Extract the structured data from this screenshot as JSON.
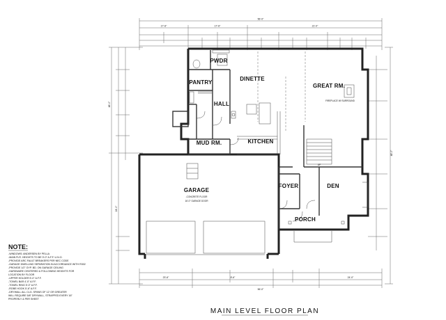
{
  "title": "MAIN LEVEL FLOOR PLAN",
  "rooms": {
    "pwdr": "PWDR",
    "pantry": "PANTRY",
    "hall": "HALL",
    "dinette": "DINETTE",
    "great_rm": "GREAT RM.",
    "kitchen": "KITCHEN",
    "mud_rm": "MUD RM.",
    "garage": "GARAGE",
    "foyer": "FOYER",
    "den": "DEN",
    "porch": "PORCH",
    "up": "UP"
  },
  "dimensions": {
    "overall_top": "56'-0\"",
    "overall_bottom": "56'-0\"",
    "overall_right": "48'-0\"",
    "overall_left": "48'-0\"",
    "top_left": "17'-6\"",
    "top_mid": "17'-6\"",
    "top_right": "21'-0\"",
    "bottom_left": "23'-6\"",
    "bottom_mid": "8'-6\"",
    "bottom_right": "24'-0\"",
    "left_lower": "24'-0\""
  },
  "notes": {
    "heading": "NOTE:",
    "lines": [
      "-WINDOWS: ANDERSEN BY PELLA",
      "-MAIN FLR. HEIGHTS TO BE 9'-0\" A.F.F. U.N.O.",
      "-PROVIDE ARC FAULT BREAKERS PER NEC CODE",
      "-GARAGE DWELLING SEPARATION IN ACCORDANCE WITH R302",
      "-PROVIDE 1/2\" GYP. BD. ON GARAGE CEILING",
      "-HARDWARE CENTERED & FOLLOWING HEIGHTS FOR",
      " LOCATION BY FLOOR",
      "  -UPPER HOLDER 5'-0\" A.F.F.",
      "  -TOWEL BAR 4'-0\" A.F.F.",
      "  -TOWEL RING 5'-0\" A.F.F.",
      "  -ROBE HOOK 5'-6\" A.F.F.",
      "-DRYWALL ALL CLG. SPANS OF 12' OR GREATER",
      " WILL REQUIRE 5/8\" DRYWALL, STRAPPED EVERY 16\"",
      " PROPERLY & PER SHEET"
    ]
  },
  "annotations": {
    "fireplace": "FIREPLACE W/ SURROUND",
    "garage_floor": "-CONCRETE FLOOR",
    "garage_door": "16'-0\" GARAGE DOOR"
  }
}
